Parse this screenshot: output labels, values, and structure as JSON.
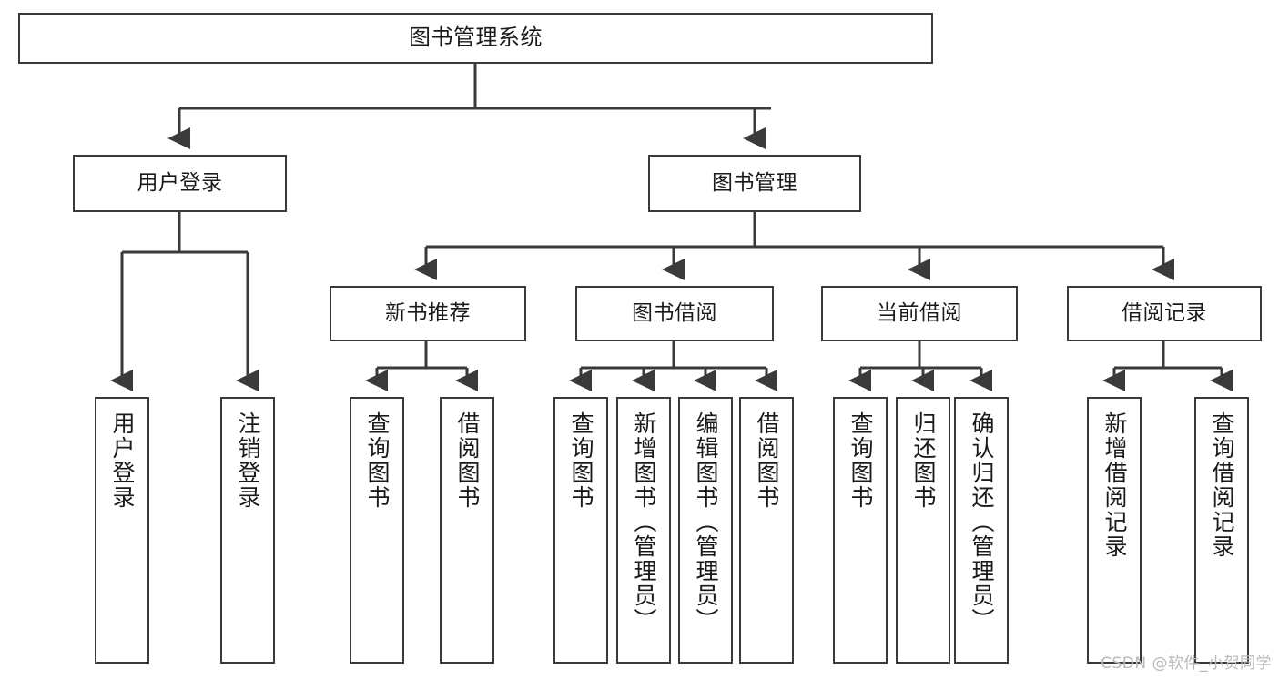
{
  "diagram": {
    "title": "图书管理系统",
    "watermark": "CSDN @软件_小贺同学",
    "colors": {
      "stroke": "#3a3a3a",
      "fill": "#ffffff",
      "text": "#1a1a1a",
      "watermark": "#b9b9b9"
    },
    "nodes": {
      "root": {
        "label": "图书管理系统"
      },
      "level2": [
        {
          "label": "用户登录"
        },
        {
          "label": "图书管理"
        }
      ],
      "level3": [
        {
          "label": "新书推荐"
        },
        {
          "label": "图书借阅"
        },
        {
          "label": "当前借阅"
        },
        {
          "label": "借阅记录"
        }
      ],
      "leaves": {
        "user_login": [
          {
            "label": "用户登录"
          },
          {
            "label": "注销登录"
          }
        ],
        "new_book": [
          {
            "label": "查询图书"
          },
          {
            "label": "借阅图书"
          }
        ],
        "book_borrow": [
          {
            "label": "查询图书"
          },
          {
            "label": "新增图书（管理员）"
          },
          {
            "label": "编辑图书（管理员）"
          },
          {
            "label": "借阅图书"
          }
        ],
        "current_borrow": [
          {
            "label": "查询图书"
          },
          {
            "label": "归还图书"
          },
          {
            "label": "确认归还（管理员）"
          }
        ],
        "borrow_record": [
          {
            "label": "新增借阅记录"
          },
          {
            "label": "查询借阅记录"
          }
        ]
      }
    }
  }
}
